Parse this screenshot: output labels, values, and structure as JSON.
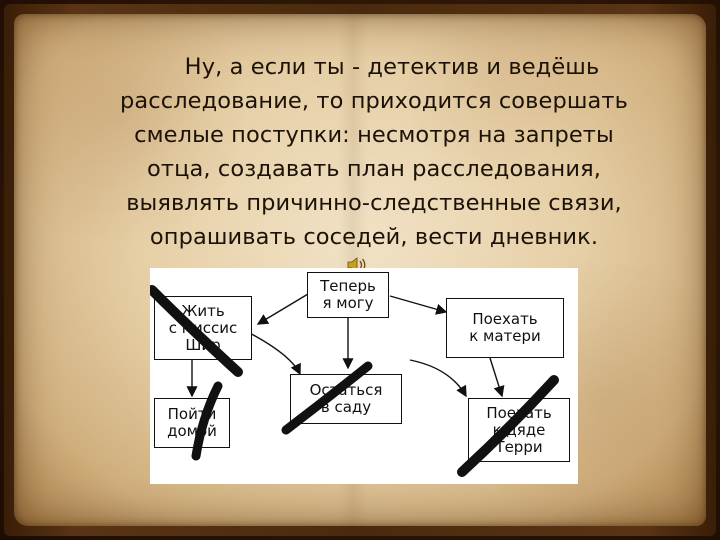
{
  "paragraph": {
    "lines": [
      "Ну, а если ты - детектив и ведёшь",
      "расследование, то приходится совершать",
      "смелые поступки: несмотря на запреты",
      "отца, создавать план расследования,",
      "выявлять причинно-следственные связи,",
      "опрашивать соседей, вести дневник."
    ]
  },
  "icons": {
    "speaker": "speaker-icon"
  },
  "colors": {
    "parchment": "#e6cfa6",
    "ink": "#1c1208",
    "strike": "#111111"
  },
  "diagram": {
    "root": "Теперь\nя могу",
    "nodes": [
      {
        "id": "live",
        "label": "Жить\nс миссис\nШир",
        "crossed": true
      },
      {
        "id": "mother",
        "label": "Поехать\nк матери",
        "crossed": false
      },
      {
        "id": "home",
        "label": "Пойти\nдомой",
        "crossed": true
      },
      {
        "id": "garden",
        "label": "Остаться\nв саду",
        "crossed": true
      },
      {
        "id": "terry",
        "label": "Поехать\nк дяде\nТерри",
        "crossed": true
      }
    ]
  }
}
